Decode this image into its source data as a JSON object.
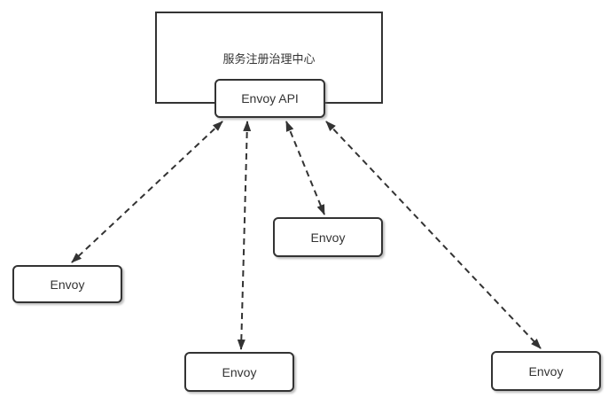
{
  "diagram": {
    "nodes": {
      "registry_center": {
        "label": "服务注册治理中心",
        "shape": "rectangle"
      },
      "envoy_api": {
        "label": "Envoy API",
        "shape": "rounded-rectangle"
      },
      "envoy_left": {
        "label": "Envoy",
        "shape": "rounded-rectangle"
      },
      "envoy_middle": {
        "label": "Envoy",
        "shape": "rounded-rectangle"
      },
      "envoy_bottom_middle": {
        "label": "Envoy",
        "shape": "rounded-rectangle"
      },
      "envoy_bottom_right": {
        "label": "Envoy",
        "shape": "rounded-rectangle"
      }
    },
    "edges": [
      {
        "from": "envoy_api",
        "to": "envoy_left",
        "style": "dashed",
        "direction": "bidirectional"
      },
      {
        "from": "envoy_api",
        "to": "envoy_bottom_middle",
        "style": "dashed",
        "direction": "bidirectional"
      },
      {
        "from": "envoy_api",
        "to": "envoy_middle",
        "style": "dashed",
        "direction": "bidirectional"
      },
      {
        "from": "envoy_api",
        "to": "envoy_bottom_right",
        "style": "dashed",
        "direction": "bidirectional"
      }
    ],
    "colors": {
      "stroke": "#333333",
      "text": "#333333",
      "node_fill": "#ffffff",
      "background": "#ffffff"
    }
  }
}
